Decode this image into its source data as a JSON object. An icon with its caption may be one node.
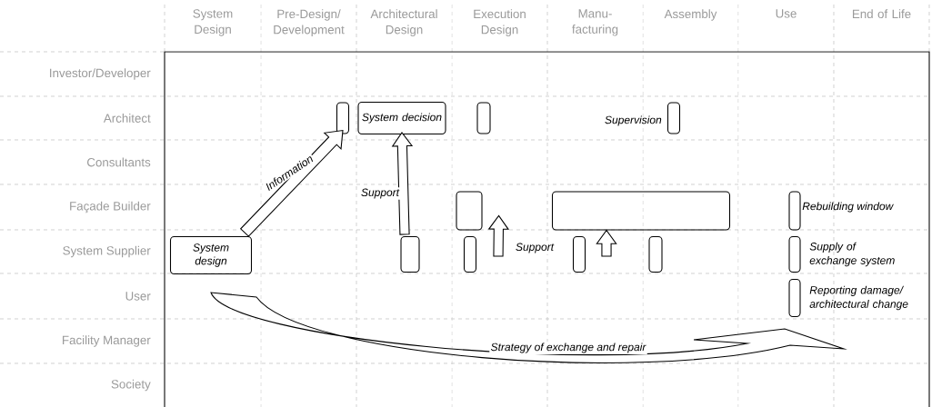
{
  "diagram": {
    "nodes": [
      {
        "text": [],
        "shape": "box"
      },
      {
        "text": [
          "System decision"
        ]
      },
      {
        "text": [],
        "shape": "box"
      },
      {
        "text": [],
        "shape": "box",
        "beside": [
          "Supervision"
        ]
      },
      {
        "text": [],
        "shape": "box"
      },
      {
        "text": [],
        "shape": "box"
      },
      {
        "text": [],
        "shape": "box",
        "beside": [
          "Rebuilding window"
        ]
      },
      {
        "text": [
          "System design"
        ]
      },
      {
        "text": [],
        "shape": "box"
      },
      {
        "text": [],
        "shape": "box"
      },
      {
        "text": [],
        "shape": "box"
      },
      {
        "text": [],
        "shape": "box"
      },
      {
        "text": [],
        "shape": "box",
        "beside": [
          "Supply of exchange system"
        ]
      },
      {
        "text": [],
        "shape": "box",
        "beside": [
          "Reporting damage/ architectural change"
        ]
      }
    ],
    "edges": [
      {
        "from": 7,
        "to": 0,
        "arrow": "to",
        "label": "Information"
      },
      {
        "from": 8,
        "to": 1,
        "arrow": "to",
        "label": "Support"
      },
      {
        "from": null,
        "to": 4,
        "arrow": "to",
        "label": "Support"
      },
      {
        "from": null,
        "to": 5,
        "arrow": "to"
      },
      {
        "from": 7,
        "to": null,
        "arrow": "to",
        "label": "Strategy of exchange and repair"
      }
    ],
    "labels": [
      "System Design",
      "Pre-Design/ Development",
      "Architectural Design",
      "Execution Design",
      "Manu- facturing",
      "Assembly",
      "Use",
      "End of Life",
      "Investor/Developer",
      "Architect",
      "Consultants",
      "Façade Builder",
      "System Supplier",
      "User",
      "Facility Manager",
      "Society"
    ]
  }
}
